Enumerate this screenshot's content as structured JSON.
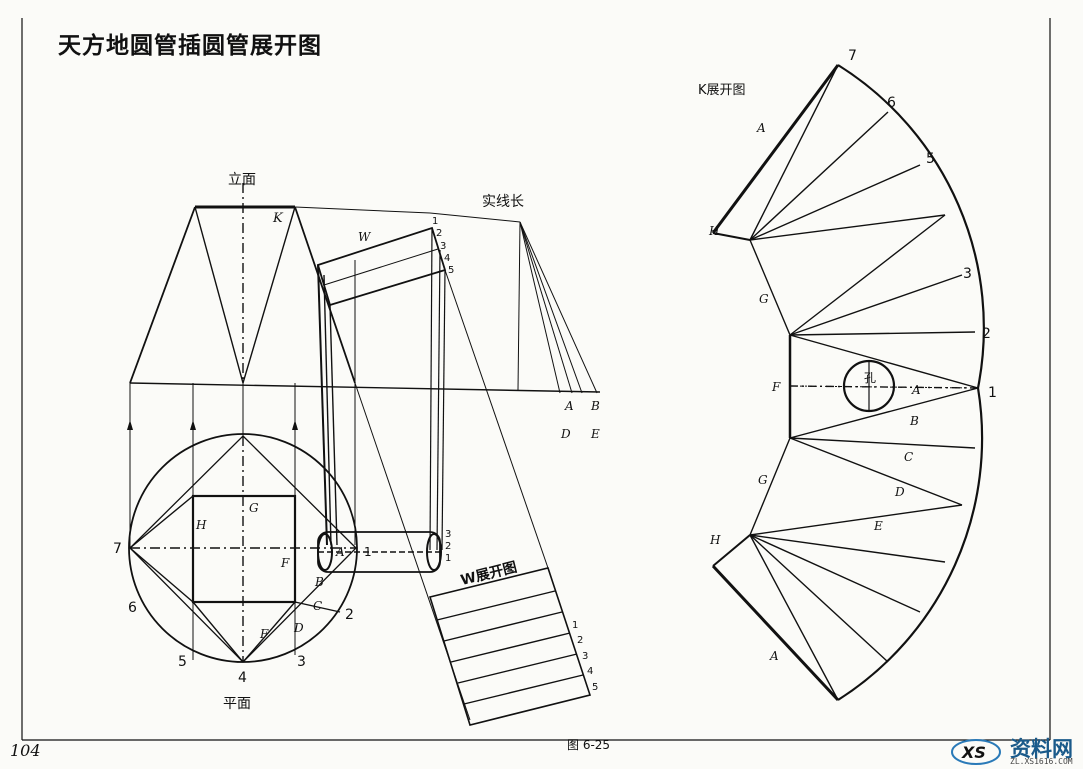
{
  "title": "天方地圆管插圆管展开图",
  "page_number": "104",
  "figure_caption": "图 6-25",
  "labels": {
    "elevation": "立面",
    "plan": "平面",
    "true_length": "实线长",
    "k_development": "K展开图",
    "w_development": "W展开图",
    "hole": "孔"
  },
  "point_labels": {
    "K": "K",
    "W": "W",
    "H": "H",
    "G": "G",
    "F": "F",
    "A": "A",
    "B": "B",
    "C": "C",
    "D": "D",
    "E": "E",
    "n1": "1",
    "n2": "2",
    "n3": "3",
    "n4": "4",
    "n5": "5",
    "n6": "6",
    "n7": "7"
  },
  "watermark": {
    "text": "资料网",
    "url": "ZL.XS1616.COM"
  }
}
